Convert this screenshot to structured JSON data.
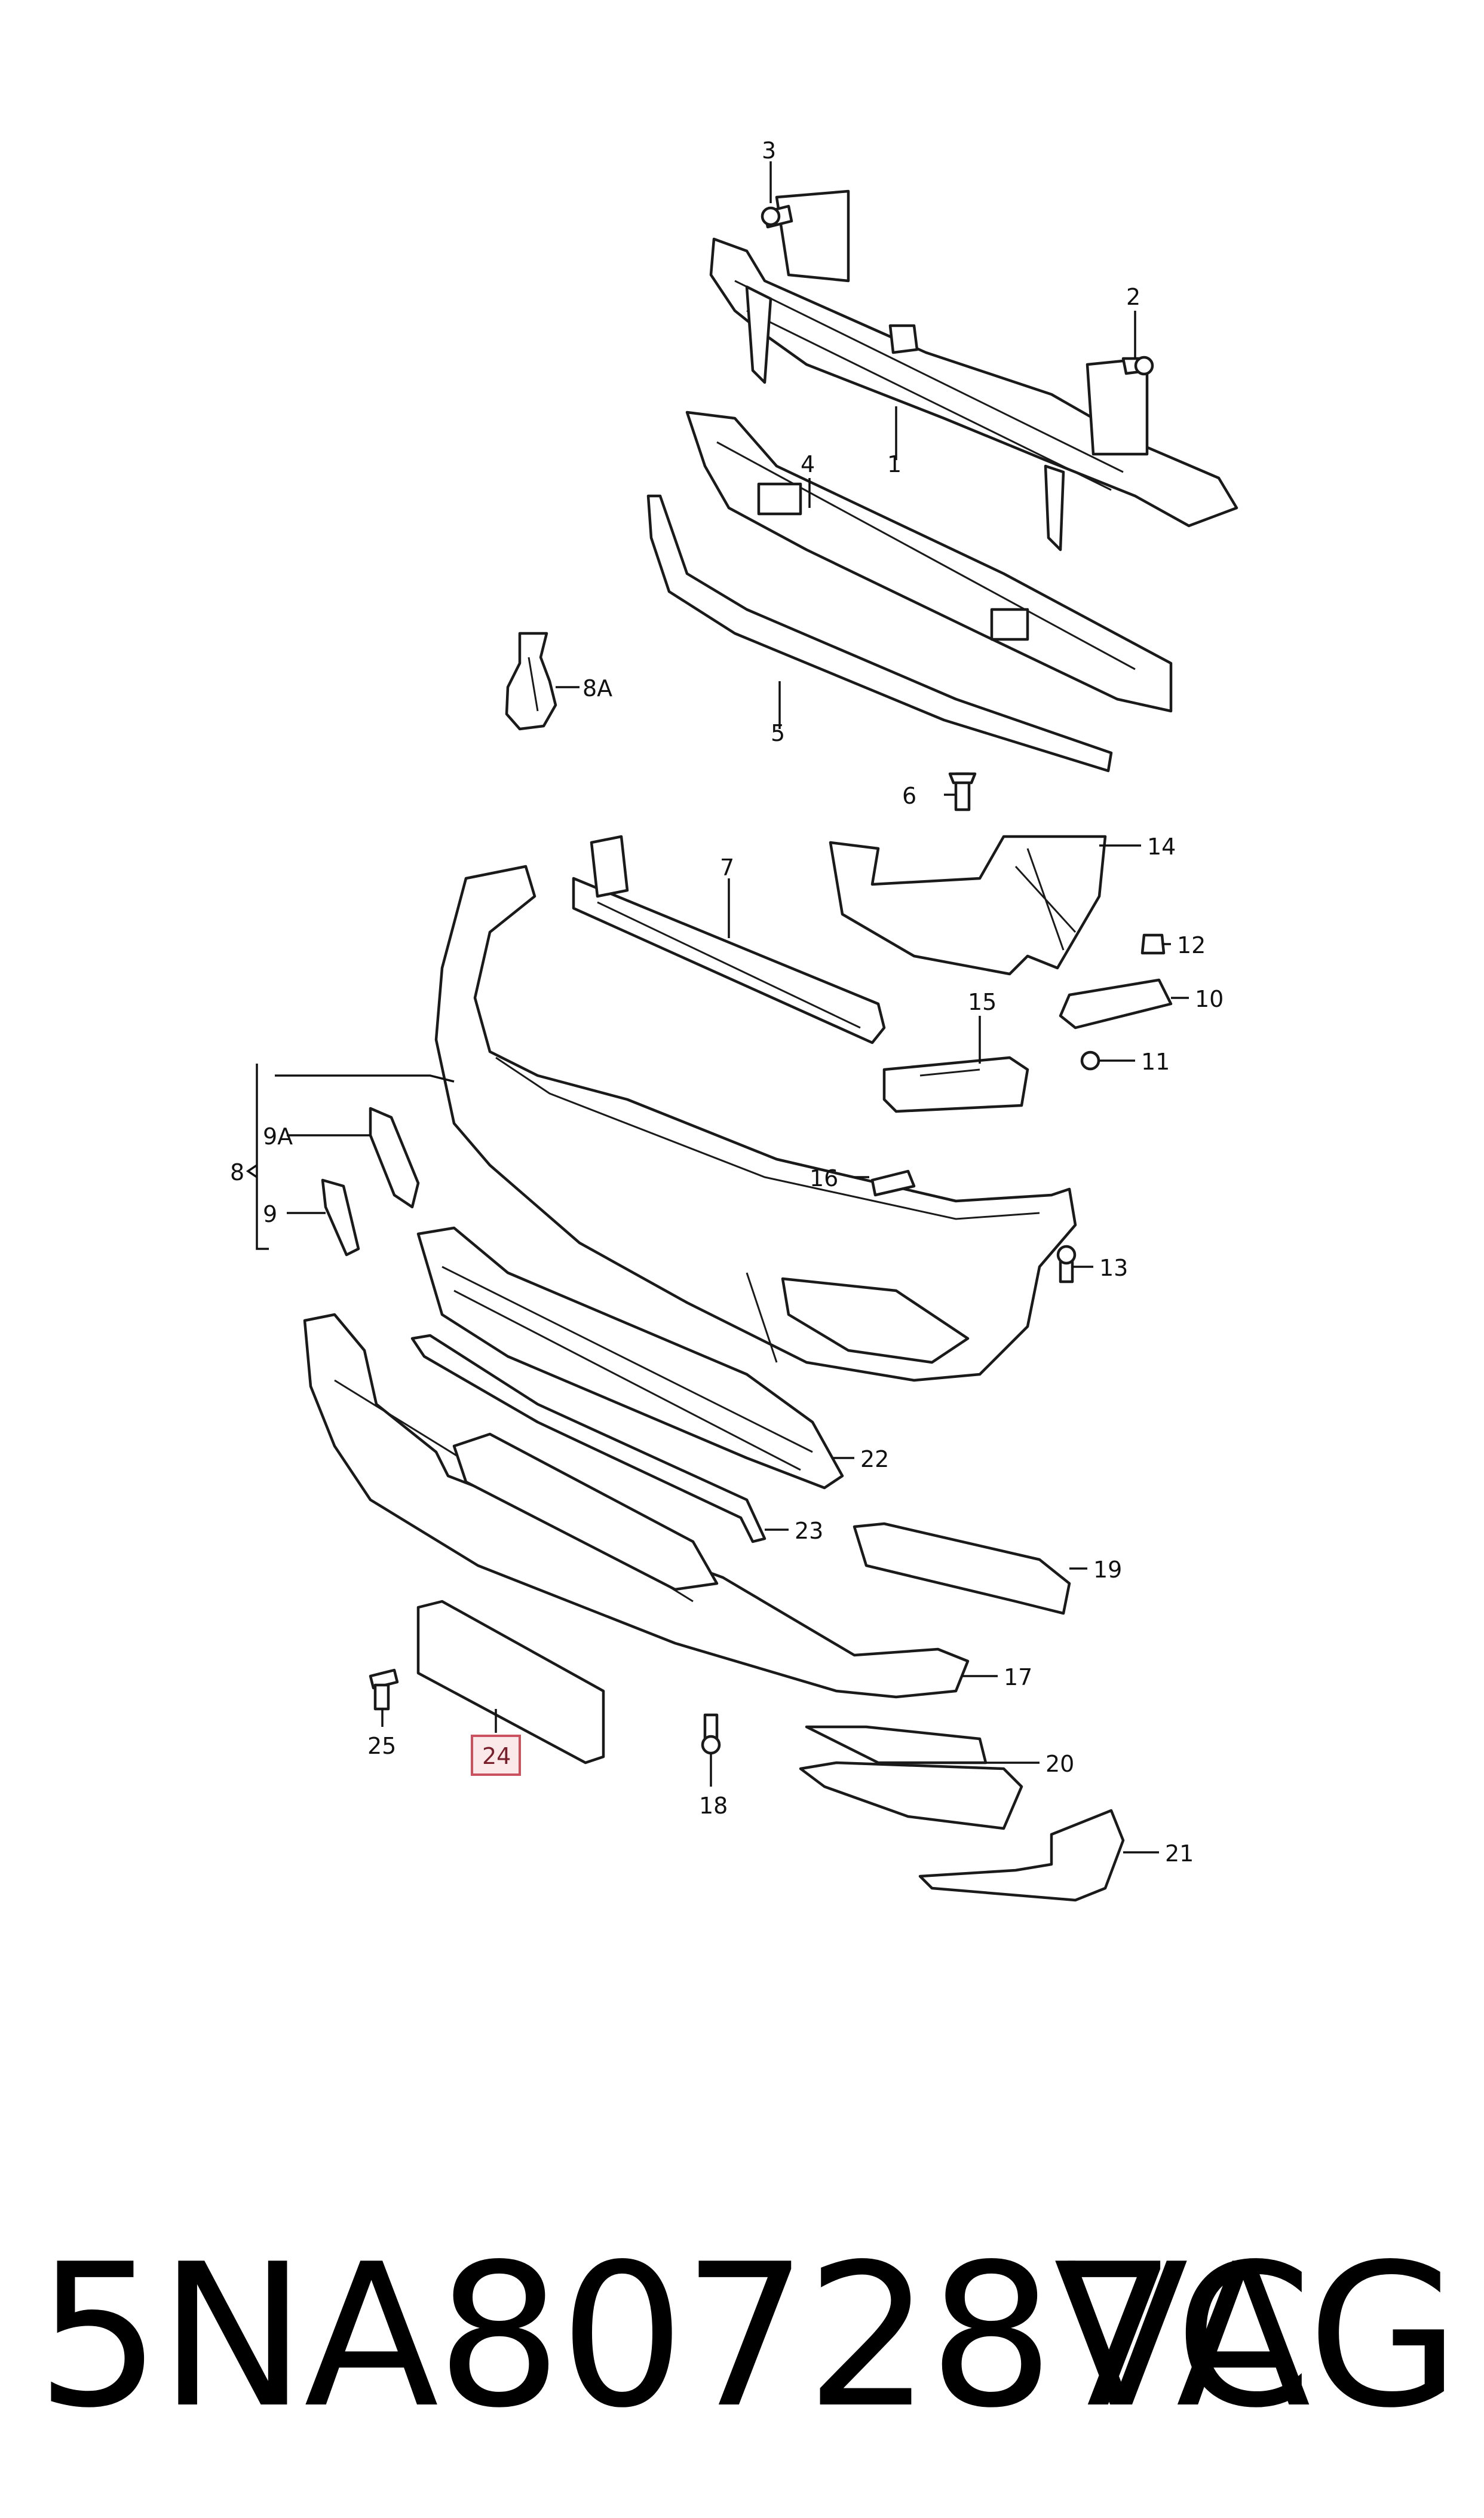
{
  "callouts": {
    "c1": "1",
    "c2": "2",
    "c3": "3",
    "c4": "4",
    "c5": "5",
    "c6": "6",
    "c7": "7",
    "c8": "8",
    "c8a": "8A",
    "c9": "9",
    "c9a": "9A",
    "c10": "10",
    "c11": "11",
    "c12": "12",
    "c13": "13",
    "c14": "14",
    "c15": "15",
    "c16": "16",
    "c17": "17",
    "c18": "18",
    "c19": "19",
    "c20": "20",
    "c21": "21",
    "c22": "22",
    "c23": "23",
    "c24": "24",
    "c25": "25"
  },
  "highlighted_part": "24",
  "footer": {
    "part_number": "5NA807287C",
    "brand": "VAG"
  },
  "colors": {
    "line": "#1a1a1a",
    "highlight_fill": "#fbe9ea",
    "highlight_stroke": "#c9525e"
  }
}
